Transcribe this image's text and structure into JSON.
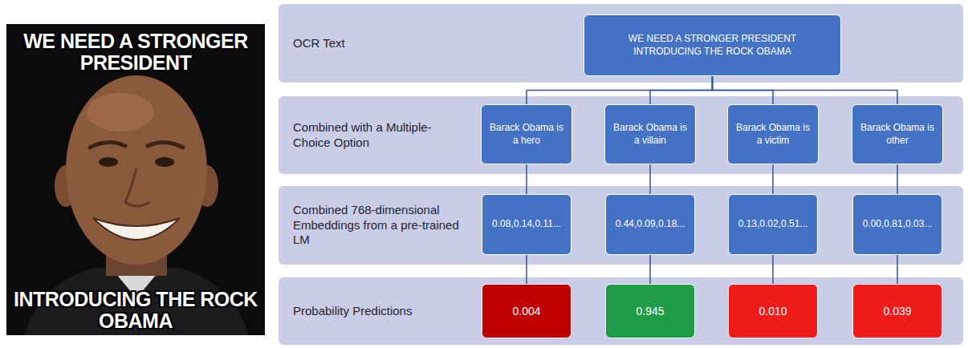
{
  "diagram": {
    "nodes": [
      {
        "text": [
          "OCR Text"
        ]
      },
      {
        "text": [
          "WE NEED A STRONGER PRESIDENT INTRODUCING THE ROCK OBAMA"
        ],
        "in": 0
      },
      {
        "text": [
          "Combined with a Multiple-Choice Option"
        ]
      },
      {
        "text": [
          "Barack Obama is a hero"
        ],
        "in": 2
      },
      {
        "text": [
          "Barack Obama is a villain"
        ],
        "in": 2
      },
      {
        "text": [
          "Barack Obama is a victim"
        ],
        "in": 2
      },
      {
        "text": [
          "Barack Obama is other"
        ],
        "in": 2
      },
      {
        "text": [
          "Combined 768-dimensional Embeddings from a pre-trained LM"
        ]
      },
      {
        "text": [
          "0.08,0.14,0.11..."
        ],
        "in": 7
      },
      {
        "text": [
          "0.44,0.09,0.18..."
        ],
        "in": 7
      },
      {
        "text": [
          "0.13,0.02,0.51..."
        ],
        "in": 7
      },
      {
        "text": [
          "0.00,0.81,0.03..."
        ],
        "in": 7
      },
      {
        "text": [
          "Probability Predictions"
        ]
      },
      {
        "text": [
          "0.004"
        ],
        "in": 12
      },
      {
        "text": [
          "0.945"
        ],
        "in": 12
      },
      {
        "text": [
          "0.010"
        ],
        "in": 12
      },
      {
        "text": [
          "0.039"
        ],
        "in": 12
      }
    ],
    "edges": [
      {
        "from": 1,
        "to": 3,
        "arrow": "none"
      },
      {
        "from": 1,
        "to": 4,
        "arrow": "none"
      },
      {
        "from": 1,
        "to": 5,
        "arrow": "none"
      },
      {
        "from": 1,
        "to": 6,
        "arrow": "none"
      },
      {
        "from": 3,
        "to": 8,
        "arrow": "none"
      },
      {
        "from": 4,
        "to": 9,
        "arrow": "none"
      },
      {
        "from": 5,
        "to": 10,
        "arrow": "none"
      },
      {
        "from": 6,
        "to": 11,
        "arrow": "none"
      },
      {
        "from": 8,
        "to": 13,
        "arrow": "none"
      },
      {
        "from": 9,
        "to": 14,
        "arrow": "none"
      },
      {
        "from": 10,
        "to": 15,
        "arrow": "none"
      },
      {
        "from": 11,
        "to": 16,
        "arrow": "none"
      }
    ],
    "labels": [
      "WE NEED A STRONGER PRESIDENT",
      "INTRODUCING THE ROCK OBAMA"
    ]
  }
}
